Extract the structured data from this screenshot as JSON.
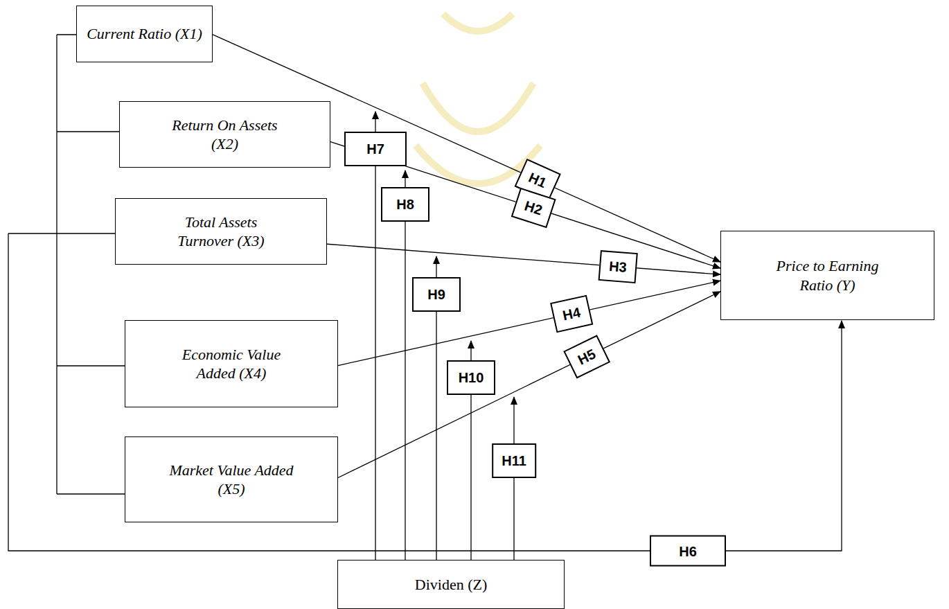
{
  "diagram": {
    "nodes": [
      {
        "text": [
          "Current Ratio (X1)"
        ]
      },
      {
        "text": [
          "Return On Assets (X2)"
        ]
      },
      {
        "text": [
          "Total Assets Turnover (X3)"
        ]
      },
      {
        "text": [
          "Economic Value Added (X4)"
        ]
      },
      {
        "text": [
          "Market Value Added (X5)"
        ]
      },
      {
        "text": [
          "Price to Earning Ratio (Y)"
        ]
      },
      {
        "text": [
          "Dividen (Z)"
        ]
      }
    ],
    "edges": [
      {
        "from": 0,
        "to": 5,
        "label": "H1",
        "arrow": "to"
      },
      {
        "from": 1,
        "to": 5,
        "label": "H2",
        "arrow": "to"
      },
      {
        "from": 2,
        "to": 5,
        "label": "H3",
        "arrow": "to"
      },
      {
        "from": 3,
        "to": 5,
        "label": "H4",
        "arrow": "to"
      },
      {
        "from": 4,
        "to": 5,
        "label": "H5",
        "arrow": "to"
      }
    ],
    "labels": [
      "H6",
      "H7",
      "H8",
      "H9",
      "H10",
      "H11"
    ]
  }
}
